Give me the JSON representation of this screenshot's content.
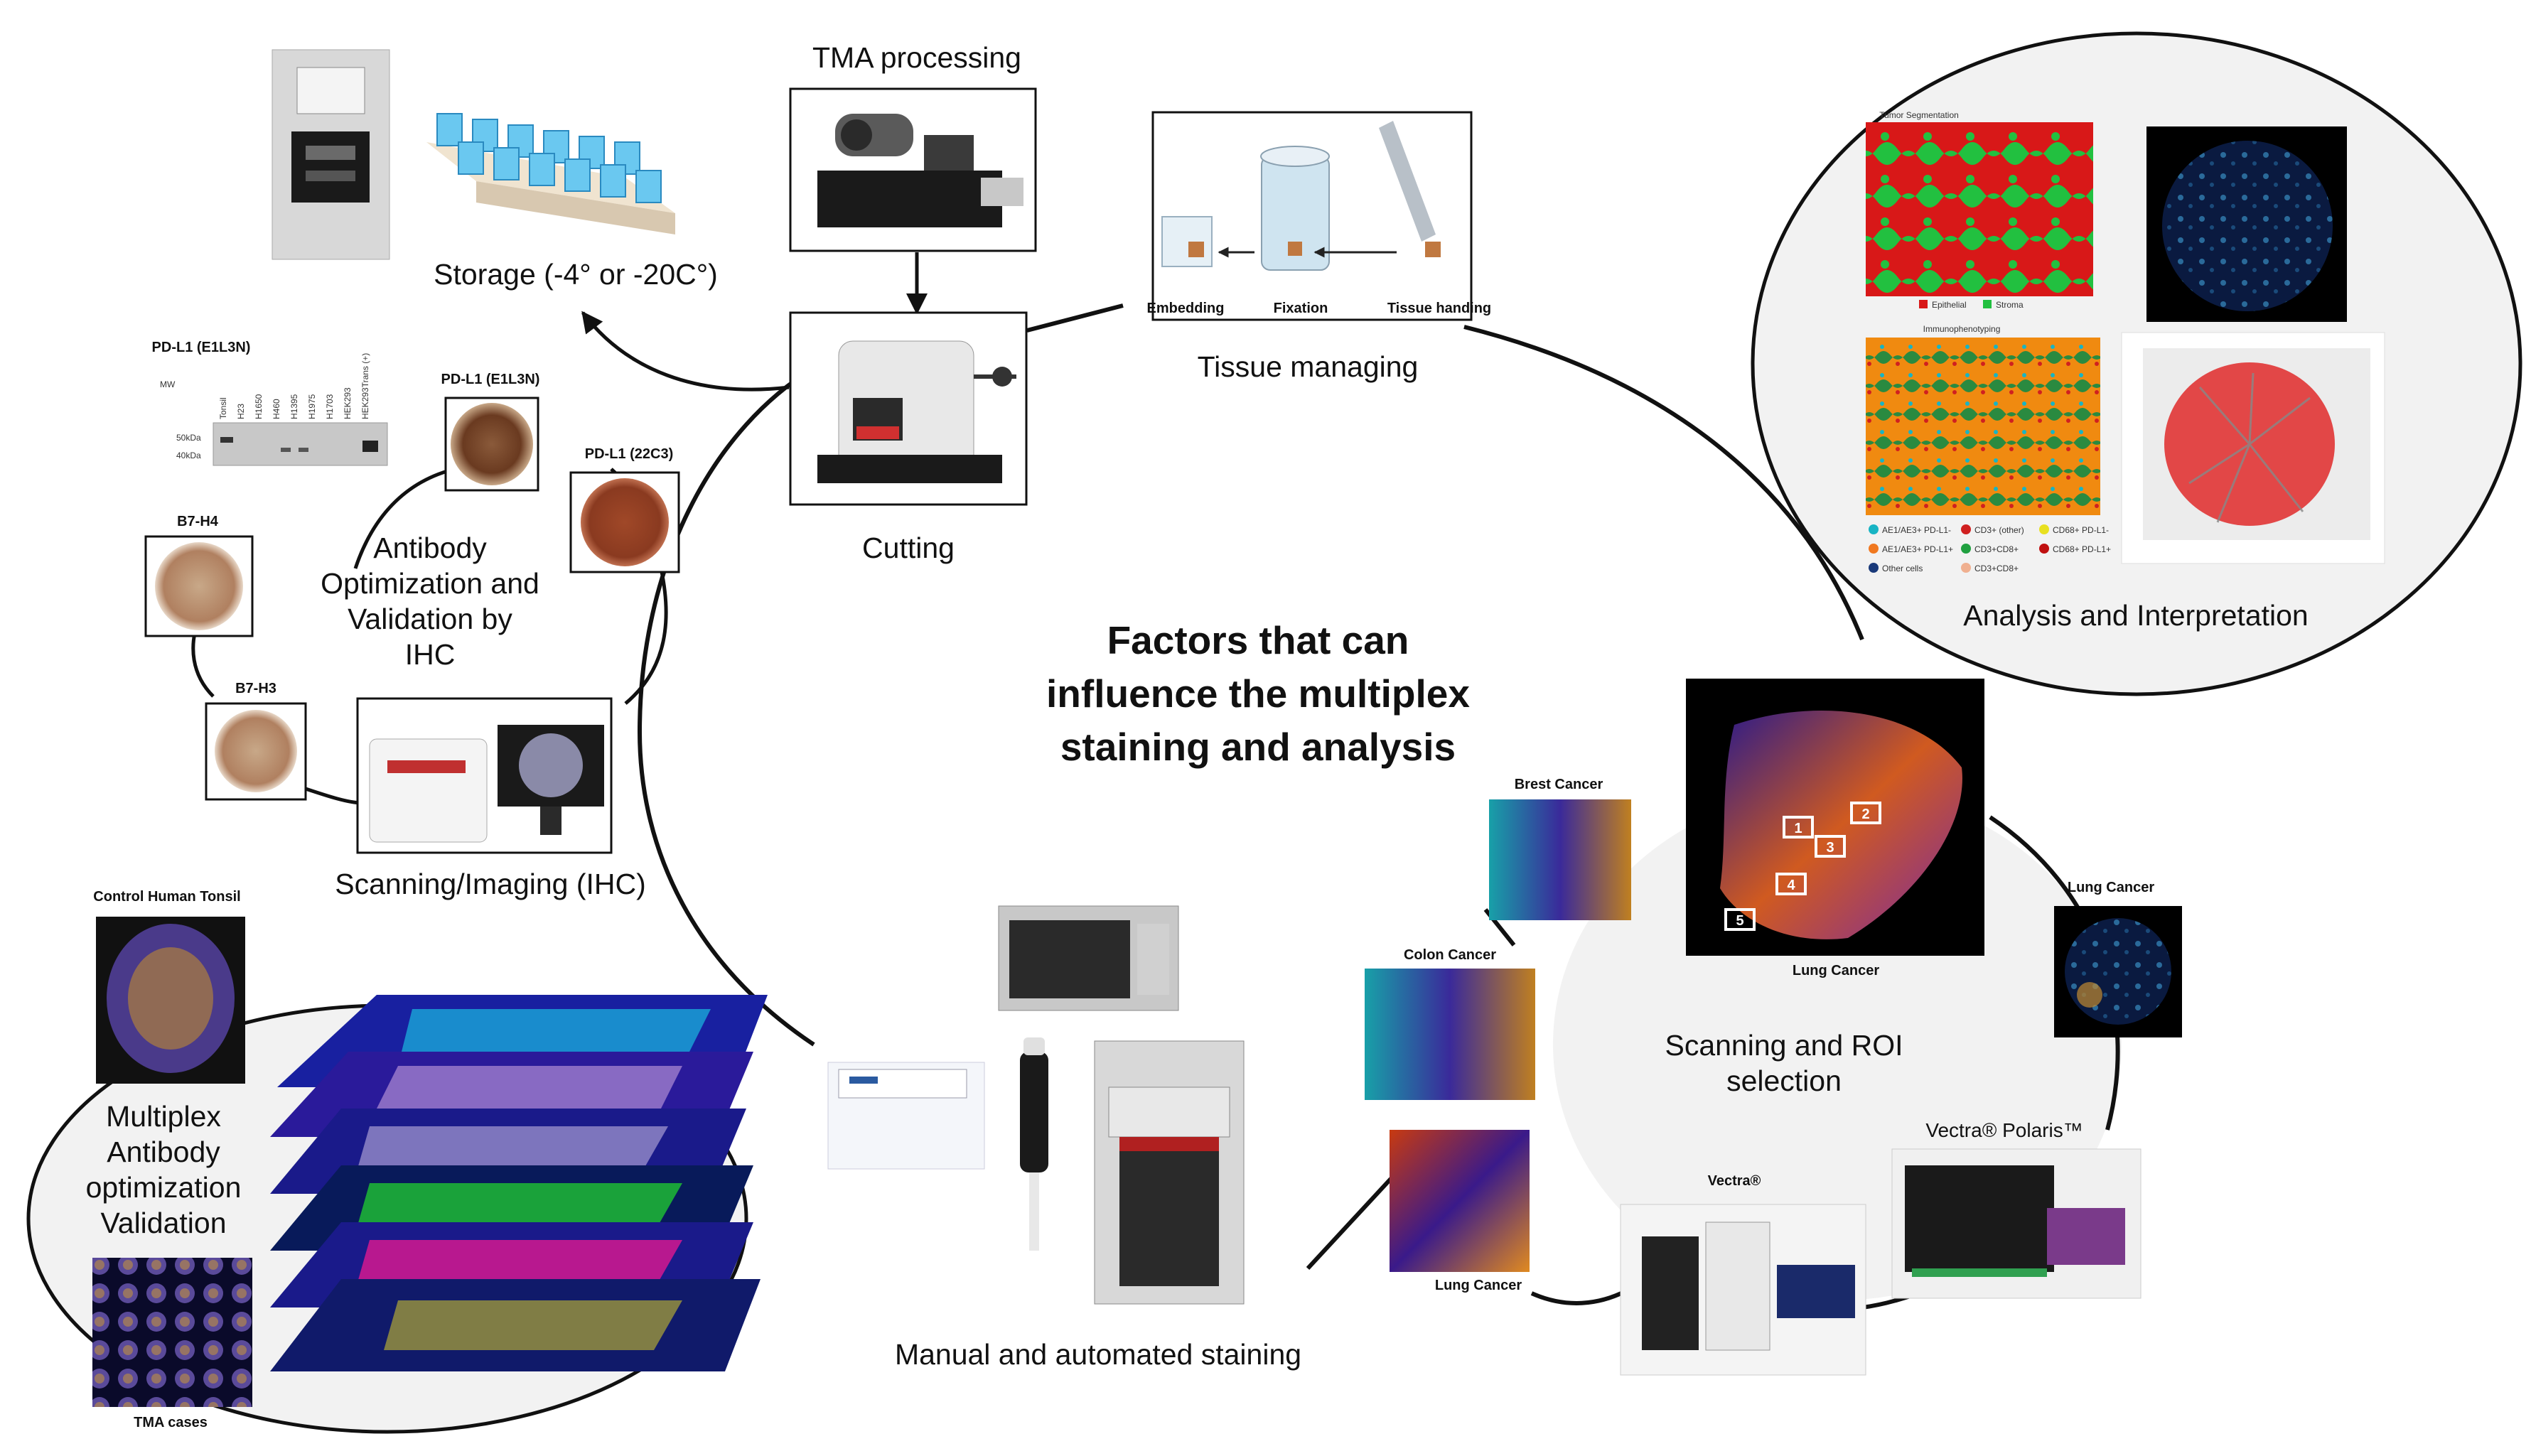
{
  "center_title": [
    "Factors that can",
    "influence the multiplex",
    "staining and analysis"
  ],
  "steps": {
    "tma_processing": "TMA processing",
    "storage": "Storage (-4° or -20C°)",
    "cutting": "Cutting",
    "tissue_managing": "Tissue managing",
    "embedding": "Embedding",
    "fixation": "Fixation",
    "tissue_handing": "Tissue handing",
    "analysis": "Analysis and Interpretation",
    "scanning_roi": [
      "Scanning and ROI",
      "selection"
    ],
    "staining": "Manual and automated staining",
    "scanning_ihc": "Scanning/Imaging (IHC)",
    "antibody_opt": [
      "Antibody",
      "Optimization and",
      "Validation by",
      "IHC"
    ],
    "multiplex_val": [
      "Multiplex",
      "Antibody",
      "optimization",
      "Validation"
    ]
  },
  "ihc": {
    "western_title": "PD-L1 (E1L3N)",
    "mw": "MW",
    "kda_50": "50kDa",
    "kda_40": "40kDa",
    "lane_labels": [
      "Tonsil",
      "H23",
      "H1650",
      "H460",
      "H1395",
      "H1975",
      "H1703",
      "HEK293",
      "HEK293Trans (+)"
    ],
    "pdl1_e1l3n": "PD-L1 (E1L3N)",
    "pdl1_22c3": "PD-L1 (22C3)",
    "b7h4": "B7-H4",
    "b7h3": "B7-H3"
  },
  "multiplex": {
    "control": "Control Human Tonsil",
    "tma_cases": "TMA cases"
  },
  "roi": {
    "brest": "Brest Cancer",
    "colon": "Colon Cancer",
    "lung_small": "Lung Cancer",
    "lung_main": "Lung Cancer",
    "lung_right": "Lung Cancer",
    "roi_numbers": [
      "1",
      "2",
      "3",
      "4",
      "5"
    ],
    "vectra": "Vectra®",
    "vectra_polaris": "Vectra® Polaris™"
  },
  "analysis": {
    "tumor_seg": "Tumor Segmentation",
    "immuno": "Immunophenotyping",
    "seg_legend": [
      "Epithelial",
      "Stroma"
    ],
    "immuno_legend": [
      "AE1/AE3+ PD-L1-",
      "CD3+ (other)",
      "CD68+ PD-L1-",
      "AE1/AE3+ PD-L1+",
      "CD3+CD8+",
      "CD68+ PD-L1+",
      "Other cells",
      "CD3+CD8+"
    ],
    "immuno_colors": [
      "#18b4c4",
      "#d02020",
      "#e8e020",
      "#f07820",
      "#20a040",
      "#c01010",
      "#1a3a7a",
      "#f0b090"
    ]
  },
  "colors": {
    "seg_red": "#d81818",
    "seg_green": "#22c040",
    "immuno_orange": "#f08a10",
    "fluor_blue": "#1a2a9a",
    "ring_fill": "#f2f2f2"
  }
}
